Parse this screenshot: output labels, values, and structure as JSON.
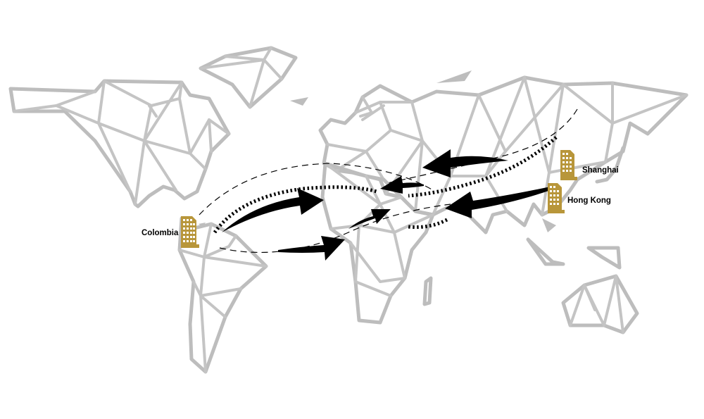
{
  "map": {
    "cities": [
      {
        "id": "colombia",
        "label": "Colombia"
      },
      {
        "id": "shanghai",
        "label": "Shanghai"
      },
      {
        "id": "hongkong",
        "label": "Hong Kong"
      }
    ],
    "colors": {
      "land_outline": "#bdbdbd",
      "building": "#b8963a",
      "routes": "#000000",
      "background": "#ffffff"
    },
    "icons": [
      "building-icon",
      "arrow-icon"
    ]
  }
}
